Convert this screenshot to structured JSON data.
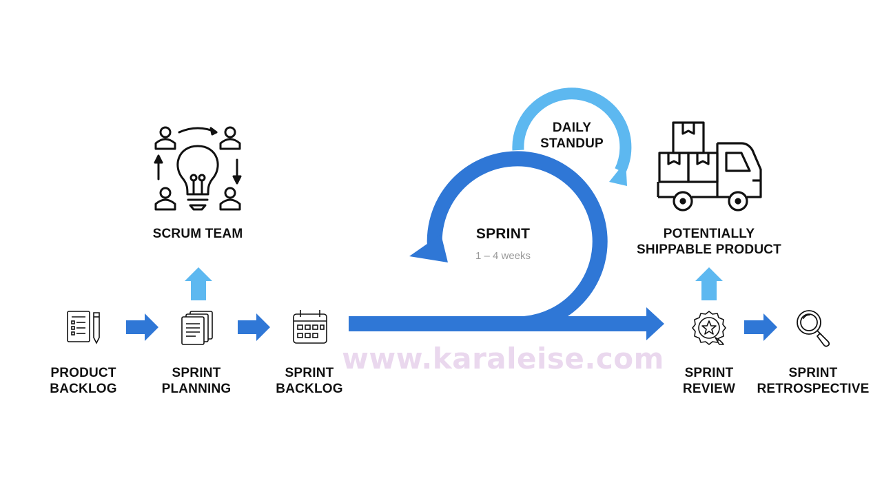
{
  "colors": {
    "dark_blue": "#2f77d6",
    "light_blue": "#5db8f0",
    "ink": "#111111",
    "watermark": "#ead8ee"
  },
  "icons": {
    "product_backlog": "document-list-icon",
    "sprint_planning": "stacked-documents-icon",
    "sprint_backlog": "calendar-icon",
    "scrum_team": "team-lightbulb-icon",
    "shippable_product": "delivery-truck-icon",
    "sprint_review": "star-badge-icon",
    "sprint_retrospective": "magnifier-icon"
  },
  "stages": {
    "product_backlog": [
      "PRODUCT",
      "BACKLOG"
    ],
    "sprint_planning": [
      "SPRINT",
      "PLANNING"
    ],
    "sprint_backlog": [
      "SPRINT",
      "BACKLOG"
    ],
    "sprint_review": [
      "SPRINT",
      "REVIEW"
    ],
    "sprint_retrospective": [
      "SPRINT",
      "RETROSPECTIVE"
    ]
  },
  "scrum_team": "SCRUM TEAM",
  "shippable": [
    "POTENTIALLY",
    "SHIPPABLE PRODUCT"
  ],
  "sprint": {
    "title": "SPRINT",
    "duration": "1 – 4 weeks"
  },
  "daily_standup": [
    "DAILY",
    "STANDUP"
  ],
  "watermark": "www.karaleise.com"
}
